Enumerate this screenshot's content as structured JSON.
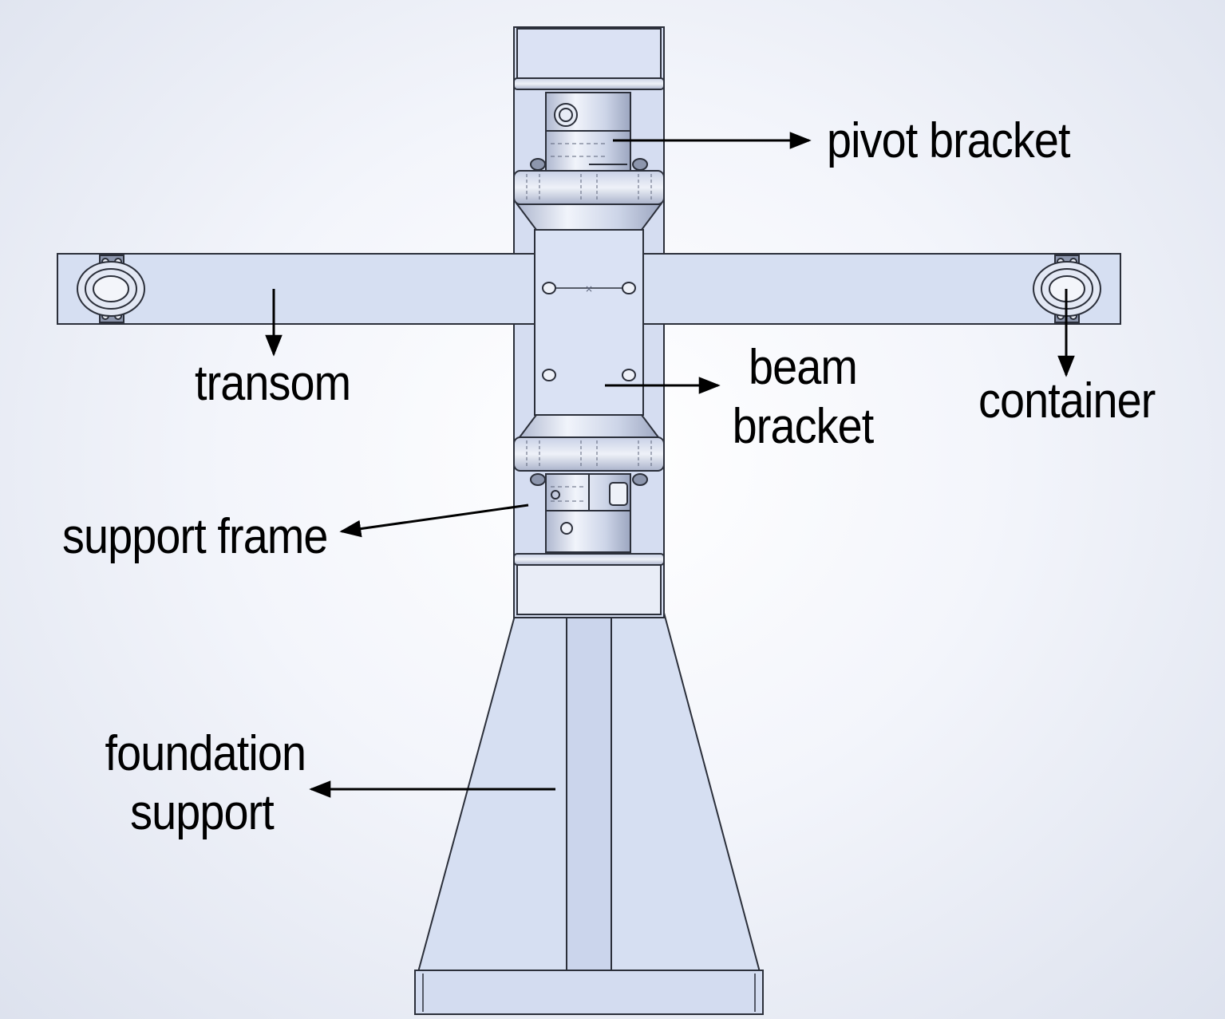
{
  "labels": {
    "pivot_bracket": "pivot bracket",
    "transom": "transom",
    "beam_bracket_line1": "beam",
    "beam_bracket_line2": "bracket",
    "container": "container",
    "support_frame": "support frame",
    "foundation_support_line1": "foundation",
    "foundation_support_line2": "support"
  },
  "colors": {
    "part_fill": "#d8e0f2",
    "part_shade": "#c3cce3",
    "part_dark": "#9aa4bd",
    "outline": "#2b2f3a",
    "text": "#000000"
  }
}
